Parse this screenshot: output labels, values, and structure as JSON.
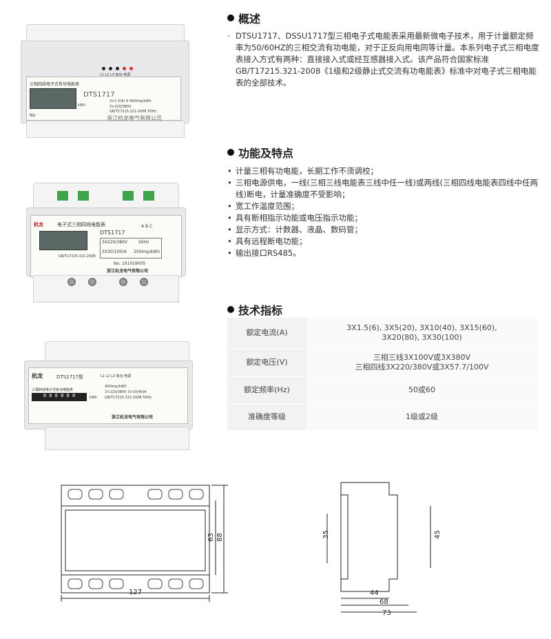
{
  "overview": {
    "title": "概述",
    "text": "DTSU1717、DSSU1717型三相电子式电能表采用最新微电子技术，用于计量额定频率为50/60HZ的三相交流有功电能，对于正反向用电同等计量。本系列电子式三相电度表接入方式有两种：直接接入式或经互感器接入式。该产品符合国家标准GB/T17215.321-2008《1级和2级静止式交流有功电能表》标准中对电子式三相电能表的全部技术。"
  },
  "features": {
    "title": "功能及特点",
    "items": [
      "计量三相有功电能，长期工作不须调校；",
      "三相电源供电，一线(三相三线电能表三线中任一线)或两线(三相四线电能表四线中任两线)断电，计量准确度不受影响；",
      "宽工作温度范围；",
      "具有断相指示功能或电压指示功能；",
      "显示方式：计数器、液晶、数码管；",
      "具有远程断电功能；",
      "输出接口RS485。"
    ]
  },
  "specs": {
    "title": "技术指标",
    "rows": [
      {
        "key": "额定电流(A)",
        "value_line1": "3X1.5(6), 3X5(20), 3X10(40), 3X15(60),",
        "value_line2": "3X20(80), 3X30(100)"
      },
      {
        "key": "额定电压(V)",
        "value_line1": "三相三线3X100V或3X380V",
        "value_line2": "三相四线3X220/380V或3X57.7/100V"
      },
      {
        "key": "额定频率(Hz)",
        "value_line1": "50或60",
        "value_line2": ""
      },
      {
        "key": "准确度等级",
        "value_line1": "1级或2级",
        "value_line2": ""
      }
    ]
  },
  "meter1": {
    "model": "DTS1717",
    "name": "三相四线电子式有功电能表",
    "company": "浙江杭龙电气有限公司",
    "unit": "kWh",
    "leds": "L1 L2 L3 有功 电源",
    "spec_a": "3×1.5(6) A  400imp/kWh",
    "spec_b": "3×220/380V",
    "spec_c": "GB/T17215.321-2008  50Hz",
    "no": "No."
  },
  "meter2": {
    "brand": "杭龙",
    "title": "电子式三相四线电能表",
    "model": "DTS1717",
    "abc": "A B C",
    "voltage": "3X220/380V",
    "freq": "50Hz",
    "current": "3X30(100)A",
    "imp": "200imp/kWh",
    "std": "GB/T17215.321-2008",
    "serial": "No. 191019005",
    "company": "浙江杭龙电气有限公司"
  },
  "meter3": {
    "brand": "杭龙",
    "model": "DTS1717型",
    "leds": "L1 L2 L3 有功 电源",
    "name": "三相四线电子式有功电能表",
    "unit": "kWh",
    "spec_a": "400imp/kWh",
    "spec_b": "3×220/380V   3×10(40)A",
    "spec_c": "GB/T17215.321-2008  50Hz",
    "company": "浙江杭龙电气有限公司",
    "counter": "0 0 0 0 0 0"
  },
  "dimensions": {
    "front_width": "127",
    "front_h1": "63",
    "front_h2": "88",
    "side_h1": "35",
    "side_h2": "45",
    "side_w1": "44",
    "side_w2": "68",
    "side_w3": "73"
  },
  "colors": {
    "case": "#e8e9ea",
    "terminal_green": "#3fa34d",
    "led_red": "#d62f2f",
    "lcd": "#5a6966"
  }
}
